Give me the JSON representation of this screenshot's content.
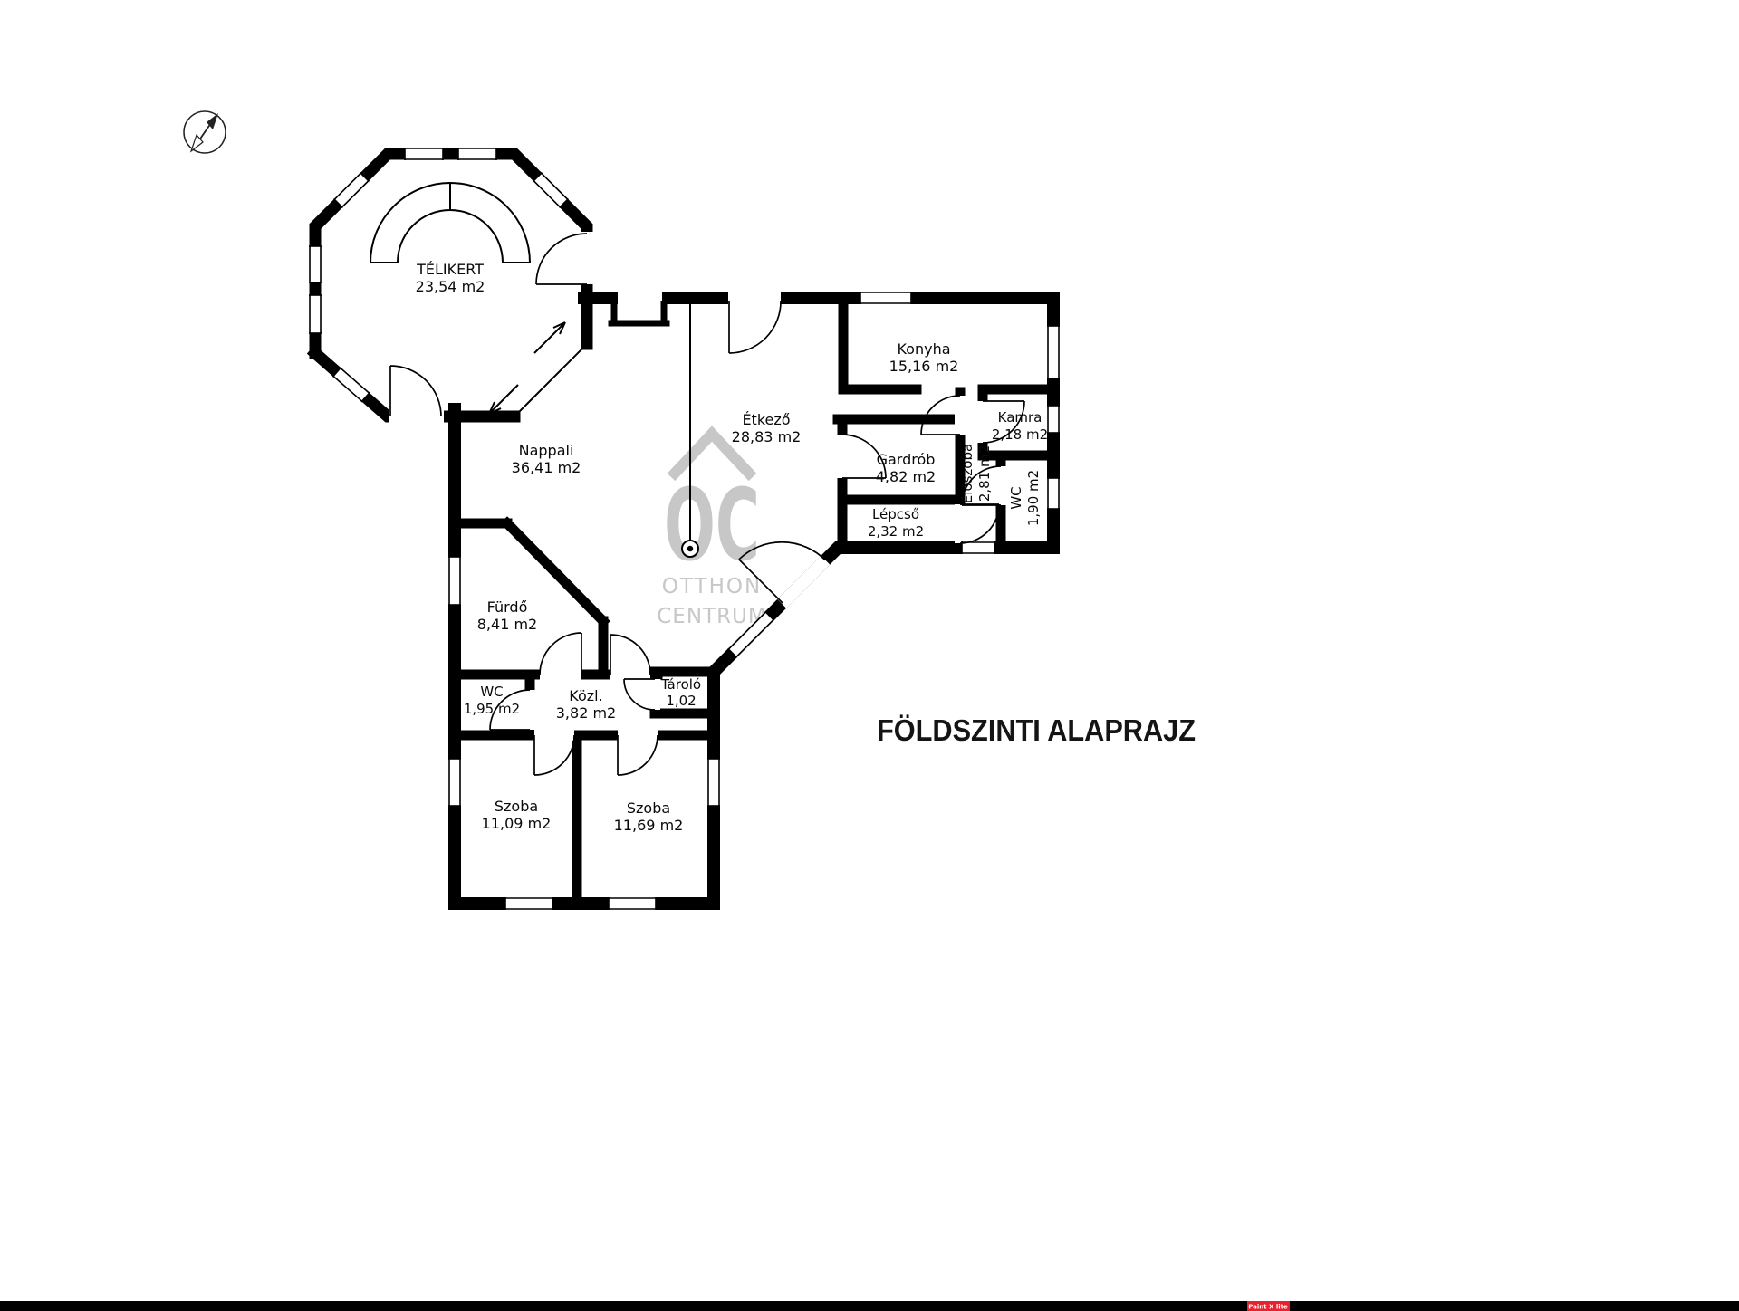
{
  "title": "FÖLDSZINTI ALAPRAJZ",
  "watermark": {
    "monogram": "OC",
    "line1": "OTTHON",
    "line2": "CENTRUM"
  },
  "footer_badge": "Paint X lite",
  "rooms": {
    "telikert": {
      "name": "TÉLIKERT",
      "area": "23,54 m2"
    },
    "nappali": {
      "name": "Nappali",
      "area": "36,41 m2"
    },
    "etkezo": {
      "name": "Étkező",
      "area": "28,83 m2"
    },
    "konyha": {
      "name": "Konyha",
      "area": "15,16 m2"
    },
    "kamra": {
      "name": "Kamra",
      "area": "2,18 m2"
    },
    "gardrob": {
      "name": "Gardrób",
      "area": "4,82 m2"
    },
    "eloszoba": {
      "name": "Előszoba",
      "area": "2,81 m2"
    },
    "wc_upper": {
      "name": "WC",
      "area": "1,90 m2"
    },
    "lepcso": {
      "name": "Lépcső",
      "area": "2,32 m2"
    },
    "furdo": {
      "name": "Fürdő",
      "area": "8,41 m2"
    },
    "wc_lower": {
      "name": "WC",
      "area": "1,95 m2"
    },
    "kozl": {
      "name": "Közl.",
      "area": "3,82 m2"
    },
    "tarolo": {
      "name": "Tároló",
      "area": "1,02"
    },
    "szoba1": {
      "name": "Szoba",
      "area": "11,09 m2"
    },
    "szoba2": {
      "name": "Szoba",
      "area": "11,69 m2"
    }
  }
}
